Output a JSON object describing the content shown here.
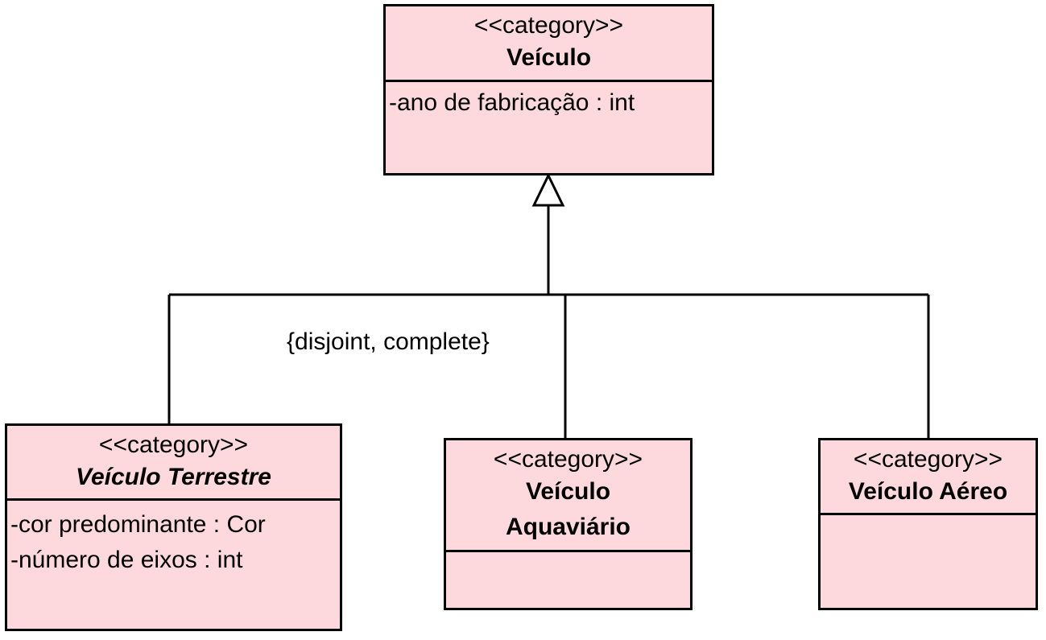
{
  "diagram": {
    "classes": {
      "veiculo": {
        "stereotype": "<<category>>",
        "name": "Veículo",
        "attributes": [
          "-ano de fabricação : int"
        ]
      },
      "terrestre": {
        "stereotype": "<<category>>",
        "name": "Veículo Terrestre",
        "attributes": [
          "-cor predominante : Cor",
          "-número de eixos : int"
        ]
      },
      "aquaviario": {
        "stereotype": "<<category>>",
        "name_line1": "Veículo",
        "name_line2": "Aquaviário",
        "attributes": []
      },
      "aereo": {
        "stereotype": "<<category>>",
        "name": "Veículo Aéreo",
        "attributes": []
      }
    },
    "generalization_set_constraint": "{disjoint, complete}",
    "colors": {
      "class_fill": "#fdd9dd",
      "stroke": "#000000"
    }
  }
}
